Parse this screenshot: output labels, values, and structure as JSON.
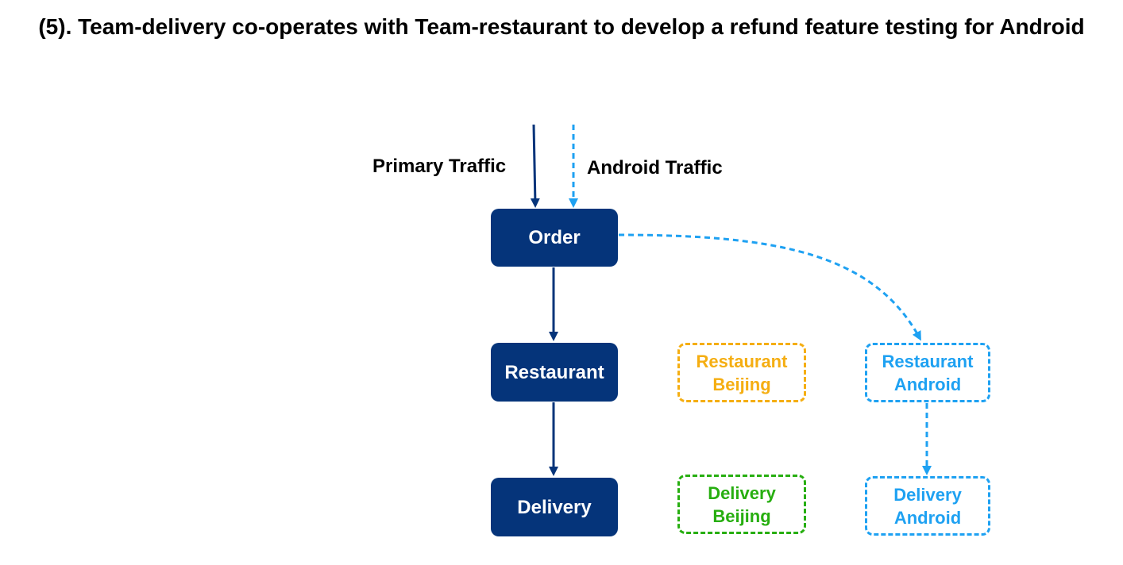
{
  "title": "(5). Team-delivery co-operates with Team-restaurant to develop a refund feature testing for Android",
  "colors": {
    "navy": "#05347a",
    "blue": "#1ea1f2",
    "orange": "#f5ae12",
    "green": "#27ae10"
  },
  "traffic": {
    "primary": "Primary Traffic",
    "android": "Android Traffic"
  },
  "nodes": {
    "order": "Order",
    "restaurant": "Restaurant",
    "delivery": "Delivery",
    "restaurant_beijing": {
      "line1": "Restaurant",
      "line2": "Beijing"
    },
    "delivery_beijing": {
      "line1": "Delivery",
      "line2": "Beijing"
    },
    "restaurant_android": {
      "line1": "Restaurant",
      "line2": "Android"
    },
    "delivery_android": {
      "line1": "Delivery",
      "line2": "Android"
    }
  }
}
